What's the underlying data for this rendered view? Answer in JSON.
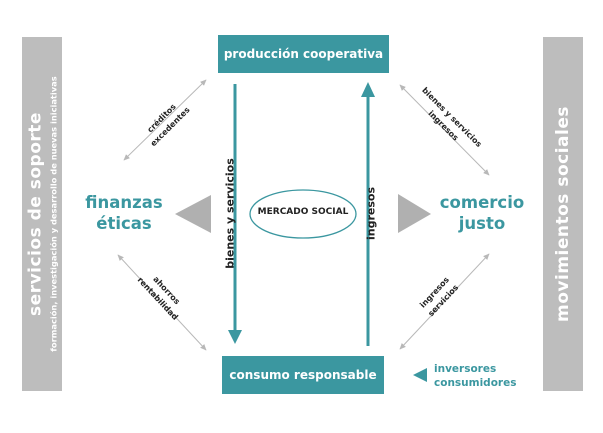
{
  "left_bar": {
    "title": "servicios de soporte",
    "subtitle": "formación, investigación y desarrollo de nuevas iniciativas"
  },
  "right_bar": {
    "title": "movimientos sociales"
  },
  "top_box": {
    "label": "producción cooperativa"
  },
  "bottom_box": {
    "label": "consumo responsable"
  },
  "center": {
    "label": "MERCADO SOCIAL"
  },
  "left_node": {
    "line1": "finanzas",
    "line2": "éticas"
  },
  "right_node": {
    "line1": "comercio",
    "line2": "justo"
  },
  "flows": {
    "down_label": "bienes y servicios",
    "up_label": "ingresos",
    "top_left": {
      "line1": "créditos",
      "line2": "excedentes"
    },
    "bottom_left": {
      "line1": "ahorros",
      "line2": "rentabilidad"
    },
    "top_right": {
      "line1": "bienes y servicios",
      "line2": "ingresos"
    },
    "bottom_right": {
      "line1": "ingresos",
      "line2": "servicios"
    }
  },
  "legend": {
    "line1": "inversores",
    "line2": "consumidores"
  },
  "colors": {
    "teal": "#3b97a0",
    "gray_bar": "#bdbdbd",
    "gray_triangle": "#b0b0b0",
    "thin_arrow": "#b8b8b8"
  }
}
